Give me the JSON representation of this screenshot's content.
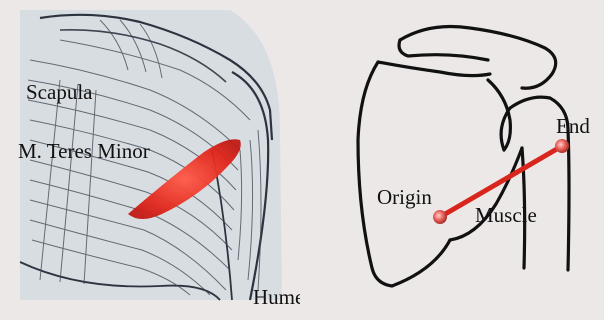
{
  "anatomy": {
    "scapula_label": "Scapula",
    "muscle_label": "M. Teres Minor",
    "humerus_label": "Humerus"
  },
  "schematic": {
    "origin_label": "Origin",
    "end_label": "End",
    "muscle_label": "Muscle"
  },
  "colors": {
    "background": "#ece8e8",
    "muscle_red": "#d8261c",
    "sketch_line": "#3c4450",
    "bone_outline": "#111111"
  },
  "icons": [
    "origin-marker-icon",
    "end-marker-icon"
  ]
}
